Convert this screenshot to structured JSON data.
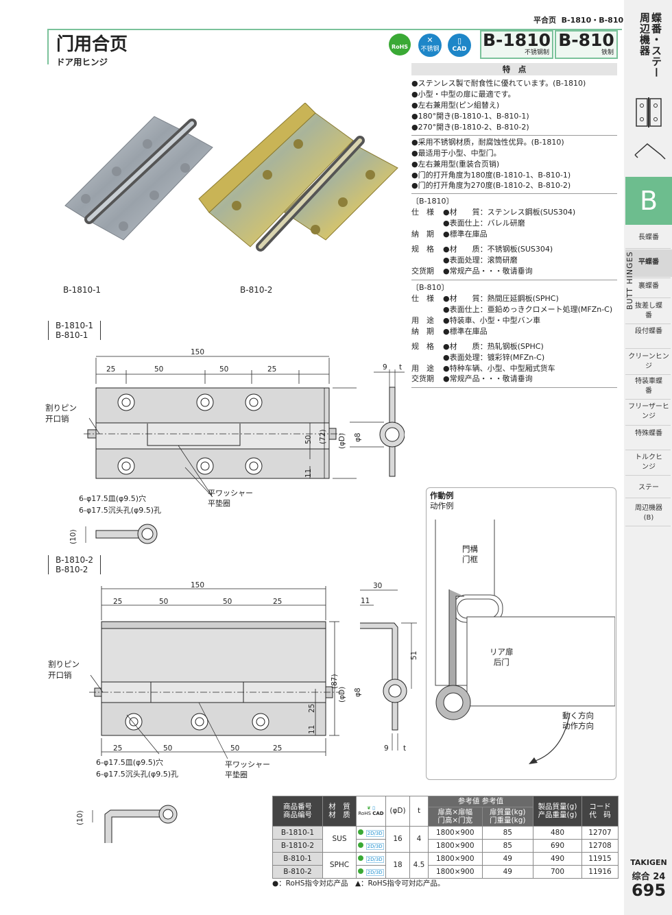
{
  "header": {
    "page_ref_prefix": "平合页",
    "page_ref_models": "B-1810・B-810",
    "title_cn": "门用合页",
    "title_jp": "ドア用ヒンジ",
    "badges": {
      "rohs": "RoHS",
      "stainless": "不锈钢",
      "cad": "CAD"
    },
    "models": [
      {
        "code": "B-1810",
        "material": "不锈钢制"
      },
      {
        "code": "B-810",
        "material": "铁制"
      }
    ]
  },
  "sidebar": {
    "top_label": "周辺機器",
    "top_label2": "蝶番・ステー",
    "letter": "B",
    "english": "BUTT HINGES",
    "items": [
      "長蝶番",
      "平蝶番",
      "裏蝶番",
      "抜差し蝶番",
      "段付蝶番",
      "クリーンヒンジ",
      "特装車蝶番",
      "フリーザーヒンジ",
      "特殊蝶番",
      "トルクヒンジ",
      "ステー",
      "周辺機器(B)"
    ],
    "active": "平蝶番"
  },
  "features": {
    "heading": "特　点",
    "jp": [
      "●ステンレス製で耐食性に優れています。(B-1810)",
      "●小型・中型の扉に最適です。",
      "●左右兼用型(ピン組替え)",
      "●180°開き(B-1810-1、B-810-1)",
      "●270°開き(B-1810-2、B-810-2)"
    ],
    "cn": [
      "●采用不锈钢材质，耐腐蚀性优异。(B-1810)",
      "●最适用于小型、中型门。",
      "●左右兼用型(重装合页销)",
      "●门的打开角度为180度(B-1810-1、B-810-1)",
      "●门的打开角度为270度(B-1810-2、B-810-2)"
    ]
  },
  "spec_b1810": {
    "header": "〔B-1810〕",
    "rows": [
      {
        "label": "仕　様",
        "text": "●材　　質：ステンレス鋼板(SUS304)"
      },
      {
        "label": "",
        "text": "●表面仕上：バレル研磨"
      },
      {
        "label": "納　期",
        "text": "●標準在庫品"
      },
      {
        "label": "规　格",
        "text": "●材　　质：不锈钢板(SUS304)"
      },
      {
        "label": "",
        "text": "●表面处理：滚筒研磨"
      },
      {
        "label": "交货期",
        "text": "●常规产品・・・敬请垂询"
      }
    ]
  },
  "spec_b810": {
    "header": "〔B-810〕",
    "rows": [
      {
        "label": "仕　様",
        "text": "●材　　質：熱間圧延鋼板(SPHC)"
      },
      {
        "label": "",
        "text": "●表面仕上：亜鉛めっきクロメート処理(MFZn-C)"
      },
      {
        "label": "用　途",
        "text": "●特装車、小型・中型バン車"
      },
      {
        "label": "納　期",
        "text": "●標準在庫品"
      },
      {
        "label": "规　格",
        "text": "●材　　质：热轧钢板(SPHC)"
      },
      {
        "label": "",
        "text": "●表面处理：镀彩锌(MFZn-C)"
      },
      {
        "label": "用　途",
        "text": "●特种车辆、小型、中型厢式货车"
      },
      {
        "label": "交货期",
        "text": "●常规产品・・・敬请垂询"
      }
    ]
  },
  "photos": {
    "left_caption": "B-1810-1",
    "right_caption": "B-810-2"
  },
  "drawing1": {
    "models": [
      "B-1810-1",
      "B-810-1"
    ],
    "dims_top": [
      "150",
      "25",
      "50",
      "50",
      "25"
    ],
    "dims_side": [
      "50",
      "(72)",
      "11"
    ],
    "side_dims": [
      "9",
      "t",
      "(φD)",
      "φ8"
    ],
    "pin_jp": "割りピン",
    "pin_cn": "开口销",
    "hole_jp": "6-φ17.5皿(φ9.5)穴",
    "hole_cn": "6-φ17.5沉头孔(φ9.5)孔",
    "washer_jp": "平ワッシャー",
    "washer_cn": "平垫圈",
    "section_dim": "(10)"
  },
  "drawing2": {
    "models": [
      "B-1810-2",
      "B-810-2"
    ],
    "dims_top": [
      "150",
      "25",
      "50",
      "50",
      "25"
    ],
    "dims_bottom": [
      "25",
      "50",
      "50",
      "25"
    ],
    "dims_side": [
      "(87)",
      "25",
      "11"
    ],
    "side_dims": [
      "30",
      "11",
      "51",
      "(φD)",
      "φ8",
      "9",
      "t"
    ],
    "pin_jp": "割りピン",
    "pin_cn": "开口销",
    "hole_jp": "6-φ17.5皿(φ9.5)穴",
    "hole_cn": "6-φ17.5沉头孔(φ9.5)孔",
    "washer_jp": "平ワッシャー",
    "washer_cn": "平垫圈",
    "section_dim": "(10)"
  },
  "example": {
    "title_jp": "作動例",
    "title_cn": "动作例",
    "frame_jp": "門構",
    "frame_cn": "门框",
    "door_jp": "リア扉",
    "door_cn": "后门",
    "dir_jp": "動く方向",
    "dir_cn": "动作方向"
  },
  "table": {
    "headers": {
      "pn_jp": "商品番号",
      "pn_cn": "商品编号",
      "mat_jp": "材　質",
      "mat_cn": "材　质",
      "rohs": "RoHS",
      "cad": "CAD",
      "phid": "(φD)",
      "t": "t",
      "ref_jp": "参考値",
      "ref_cn": "参考值",
      "size_jp": "扉高×扉幅",
      "size_cn": "门高×门宽",
      "dw_jp": "扉質量(kg)",
      "dw_cn": "门重量(kg)",
      "pw_jp": "製品質量(g)",
      "pw_cn": "产品重量(g)",
      "code_jp": "コード",
      "code_cn": "代　码"
    },
    "rows": [
      {
        "pn": "B-1810-1",
        "mat": "SUS",
        "cad": "2D/3D",
        "phid": "16",
        "t": "4",
        "size": "1800×900",
        "dw": "85",
        "pw": "480",
        "code": "12707"
      },
      {
        "pn": "B-1810-2",
        "mat": "",
        "cad": "2D/3D",
        "phid": "",
        "t": "",
        "size": "1800×900",
        "dw": "85",
        "pw": "690",
        "code": "12708"
      },
      {
        "pn": "B-810-1",
        "mat": "SPHC",
        "cad": "2D/3D",
        "phid": "18",
        "t": "4.5",
        "size": "1800×900",
        "dw": "49",
        "pw": "490",
        "code": "11915"
      },
      {
        "pn": "B-810-2",
        "mat": "",
        "cad": "2D/3D",
        "phid": "",
        "t": "",
        "size": "1800×900",
        "dw": "49",
        "pw": "700",
        "code": "11916"
      }
    ],
    "legend": "●：RoHS指令対応产品　▲：RoHS指令可対応产品。"
  },
  "footer": {
    "brand": "TAKIGEN",
    "catalog": "综合",
    "catalog_no": "24",
    "page": "695"
  },
  "colors": {
    "accent_green": "#3aa935",
    "sidebar_bg": "#f0f0f0",
    "cad_blue": "#1a8fd0",
    "frame_green": "#7ac29a"
  }
}
